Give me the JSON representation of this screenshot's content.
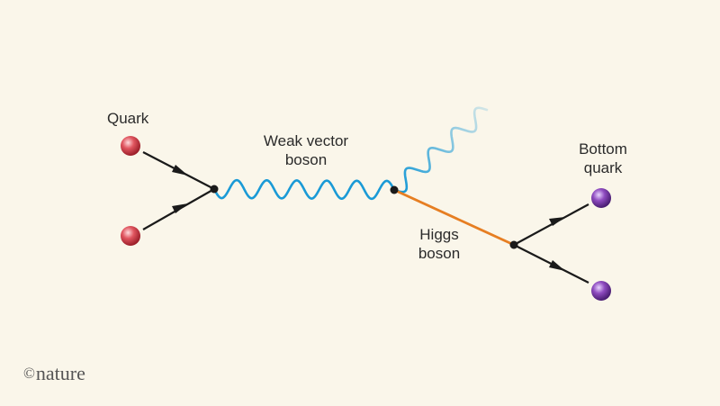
{
  "labels": {
    "quark": "Quark",
    "weak_line1": "Weak vector",
    "weak_line2": "boson",
    "higgs_line1": "Higgs",
    "higgs_line2": "boson",
    "bottom_line1": "Bottom",
    "bottom_line2": "quark"
  },
  "copyright": {
    "symbol": "©",
    "brand": "nature"
  },
  "colors": {
    "background": "#faf6ea",
    "weak_boson": "#1a9ad6",
    "higgs_boson": "#e67e22",
    "quark": "#d9434f",
    "bottom_quark": "#7b3fa8",
    "fermion_line": "#1a1a1a"
  }
}
